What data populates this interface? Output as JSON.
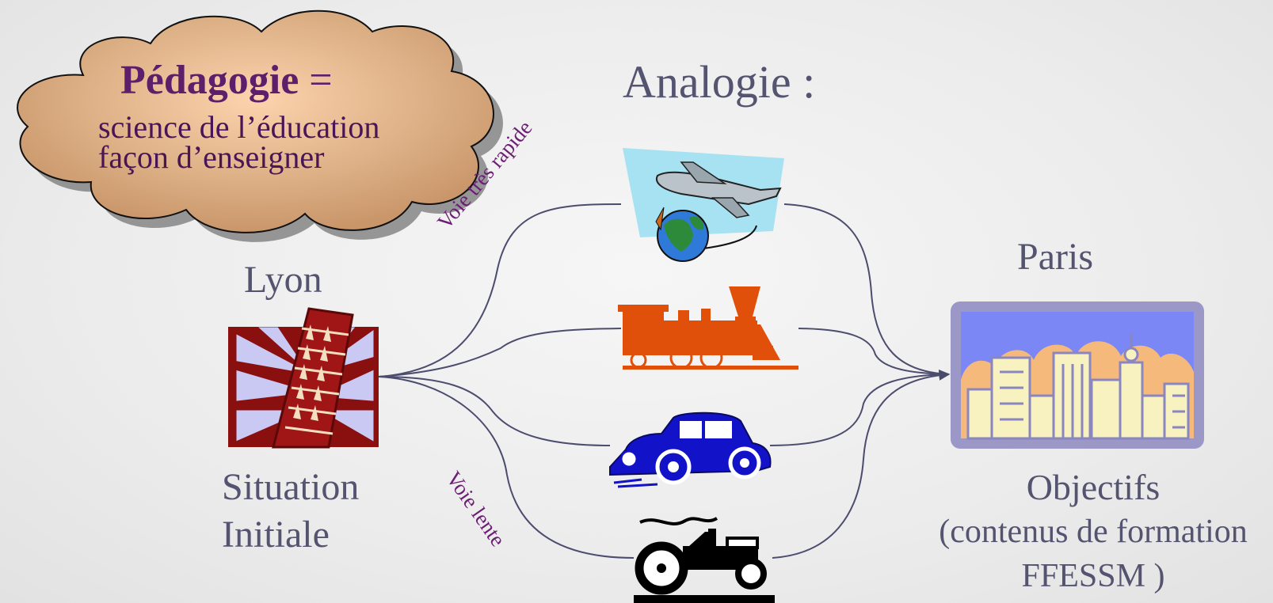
{
  "title": "Analogie :",
  "bubble": {
    "term": "Pédagogie",
    "equals": " =",
    "line1": "science de l’éducation",
    "line2": "façon d’enseigner"
  },
  "origin": {
    "city": "Lyon",
    "caption_line1": "Situation",
    "caption_line2": "Initiale"
  },
  "destination": {
    "city": "Paris",
    "caption_line1": "Objectifs",
    "caption_line2": "(contenus de formation",
    "caption_line3": "FFESSM )"
  },
  "routes": {
    "fast_label": "Voie très rapide",
    "slow_label": "Voie lente"
  },
  "vehicles": [
    "plane-globe",
    "steam-train",
    "vintage-car",
    "tractor"
  ],
  "colors": {
    "text": "#555470",
    "bubble_fill": "#d7a97f",
    "bubble_title": "#5e1f6a",
    "route_label": "#6c1d74",
    "train": "#e1500a",
    "car": "#1212c8",
    "tower_bg": "#8a0f0f",
    "city_frame": "#9b98c8"
  }
}
